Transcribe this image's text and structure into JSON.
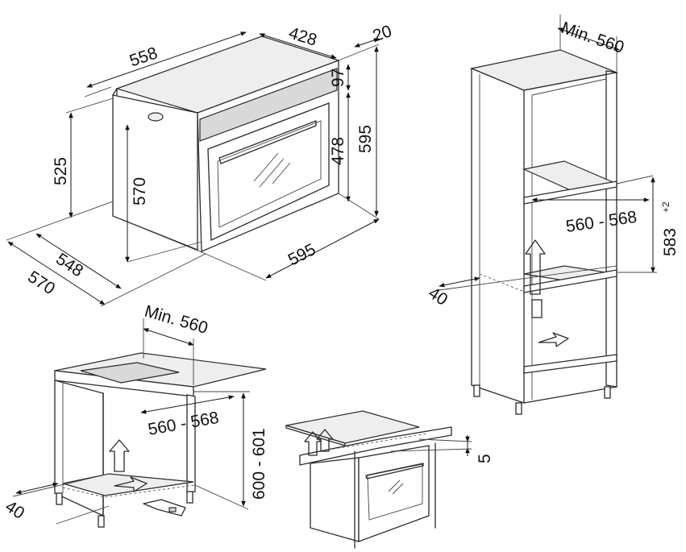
{
  "oven": {
    "labels": {
      "width_top": "558",
      "depth_top": "428",
      "offset": "20",
      "panel_height": "97",
      "front_height": "478",
      "total_height": "595",
      "side_height": "525",
      "inner_height": "570",
      "front_width": "595",
      "depth_bottom": "548",
      "depth_total": "570"
    }
  },
  "tall_cabinet": {
    "labels": {
      "min_width": "Min. 560",
      "niche_width": "560 - 568",
      "niche_height": "583",
      "niche_height_tolerance": "+2",
      "vent": "40"
    }
  },
  "under_counter": {
    "labels": {
      "min_width": "Min. 560",
      "niche_width": "560 - 568",
      "niche_height": "600 - 601",
      "vent": "40"
    }
  },
  "hob_install": {
    "labels": {
      "gap": "5"
    }
  }
}
